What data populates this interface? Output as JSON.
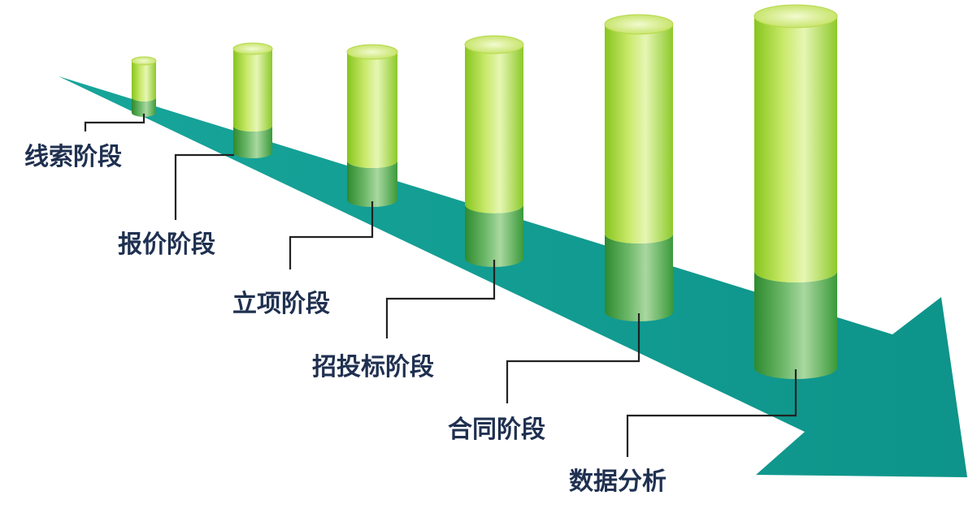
{
  "stages": [
    {
      "label": "线索阶段"
    },
    {
      "label": "报价阶段"
    },
    {
      "label": "立项阶段"
    },
    {
      "label": "招投标阶段"
    },
    {
      "label": "合同阶段"
    },
    {
      "label": "数据分析"
    }
  ],
  "colors": {
    "arrow": "#0e9a8f",
    "cylinder_top": "#c8e85a",
    "cylinder_bottom": "#3e9a3e",
    "label": "#1f3050",
    "leader_line": "#222222"
  }
}
